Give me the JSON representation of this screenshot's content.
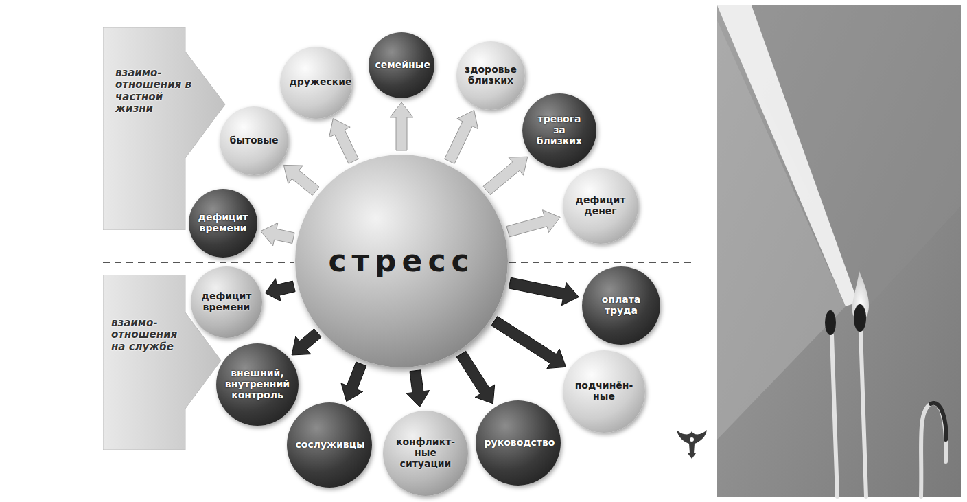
{
  "diagram": {
    "nodes": [
      {
        "text": [
          "взаимо- отношения в частной жизни"
        ]
      },
      {
        "text": [
          "дефицит времени"
        ]
      },
      {
        "text": [
          "бытовые"
        ]
      },
      {
        "text": [
          "дружеские"
        ]
      },
      {
        "text": [
          "семейные"
        ]
      },
      {
        "text": [
          "здоровье близких"
        ]
      },
      {
        "text": [
          "тревога за близких"
        ]
      },
      {
        "text": [
          "дефицит денег"
        ]
      },
      {
        "text": [
          "стресс"
        ]
      },
      {
        "text": [
          "взаимо- отношения на службе"
        ]
      },
      {
        "text": [
          "дефицит времени"
        ]
      },
      {
        "text": [
          "внешний, внутренний контроль"
        ]
      },
      {
        "text": [
          "сослуживцы"
        ]
      },
      {
        "text": [
          "конфликт- ные ситуации"
        ]
      },
      {
        "text": [
          "руководство"
        ]
      },
      {
        "text": [
          "подчинён- ные"
        ]
      },
      {
        "text": [
          "оплата труда"
        ]
      }
    ],
    "edges": [
      {
        "from": 8,
        "to": 1,
        "arrow": "to"
      },
      {
        "from": 8,
        "to": 2,
        "arrow": "to"
      },
      {
        "from": 8,
        "to": 3,
        "arrow": "to"
      },
      {
        "from": 8,
        "to": 4,
        "arrow": "to"
      },
      {
        "from": 8,
        "to": 5,
        "arrow": "to"
      },
      {
        "from": 8,
        "to": 6,
        "arrow": "to"
      },
      {
        "from": 8,
        "to": 7,
        "arrow": "to"
      },
      {
        "from": 8,
        "to": 10,
        "arrow": "to"
      },
      {
        "from": 8,
        "to": 11,
        "arrow": "to"
      },
      {
        "from": 8,
        "to": 12,
        "arrow": "to"
      },
      {
        "from": 8,
        "to": 13,
        "arrow": "to"
      },
      {
        "from": 8,
        "to": 14,
        "arrow": "to"
      },
      {
        "from": 8,
        "to": 15,
        "arrow": "to"
      },
      {
        "from": 8,
        "to": 16,
        "arrow": "to"
      }
    ]
  }
}
